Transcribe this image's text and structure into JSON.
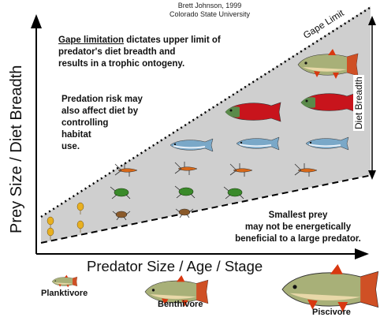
{
  "credit": {
    "author": "Brett Johnson, 1999",
    "institution": "Colorado State University"
  },
  "axes": {
    "y_label": "Prey Size / Diet Breadth",
    "x_label": "Predator Size / Age / Stage"
  },
  "labels": {
    "gape_limit": "Gape Limit",
    "diet_breadth": "Diet Breadth"
  },
  "notes": {
    "gape_term": "Gape limitation",
    "gape_rest_line1": " dictates upper limit of",
    "gape_line2": "predator's diet breadth and",
    "gape_line3": "results in a trophic ontogeny.",
    "predation_lines": [
      "Predation risk may",
      "also affect diet by",
      "controlling",
      "habitat",
      "use."
    ],
    "smallest_lines": [
      "Smallest prey",
      "may not be energetically",
      "beneficial to a large predator."
    ]
  },
  "guilds": [
    "Planktivore",
    "Benthivore",
    "Piscivore"
  ],
  "colors": {
    "band_fill": "#cfcfcf",
    "salmon": "#c8141c",
    "trout_back": "#a8b078",
    "trout_fin": "#d83810",
    "minnow": "#7aa8c8"
  }
}
